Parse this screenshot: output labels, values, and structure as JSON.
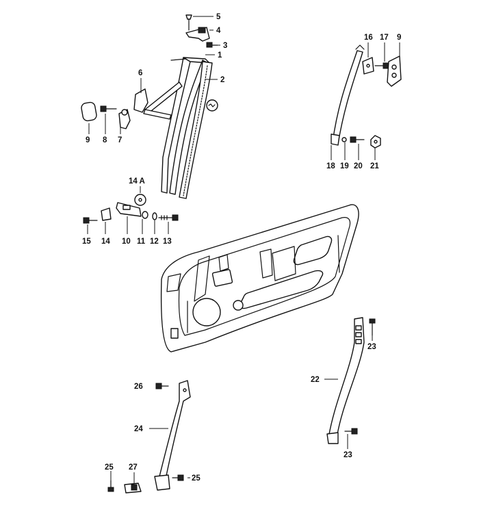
{
  "callouts": [
    "1",
    "2",
    "3",
    "4",
    "5",
    "6",
    "7",
    "8",
    "9",
    "10",
    "11",
    "12",
    "13",
    "14",
    "14 A",
    "15",
    "16",
    "17",
    "18",
    "19",
    "20",
    "21",
    "22",
    "23",
    "24",
    "25",
    "26",
    "27"
  ],
  "label_text": {
    "c1": "1",
    "c2": "2",
    "c3": "3",
    "c4": "4",
    "c5": "5",
    "c6": "6",
    "c7": "7",
    "c8": "8",
    "c9a": "9",
    "c9b": "9",
    "c10": "10",
    "c11": "11",
    "c12": "12",
    "c13": "13",
    "c14": "14",
    "c14a": "14 A",
    "c15": "15",
    "c16": "16",
    "c17": "17",
    "c18": "18",
    "c19": "19",
    "c20": "20",
    "c21": "21",
    "c22": "22",
    "c23a": "23",
    "c23b": "23",
    "c24": "24",
    "c25a": "25",
    "c25b": "25",
    "c26": "26",
    "c27": "27"
  }
}
